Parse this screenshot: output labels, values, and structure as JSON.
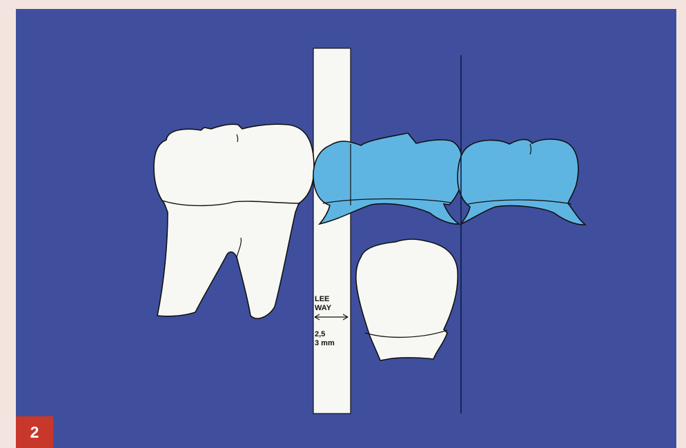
{
  "figure_number": "2",
  "labels": {
    "leeway_line1": "LEE",
    "leeway_line2": "WAY",
    "measure_line1": "2,5",
    "measure_line2": "3 mm"
  },
  "colors": {
    "page_background": "#f4e4df",
    "panel_background": "#3f4f9e",
    "badge": "#c7382b",
    "tooth_white": "#f7f7f4",
    "tooth_blue": "#5fb5e2",
    "outline": "#111111"
  }
}
